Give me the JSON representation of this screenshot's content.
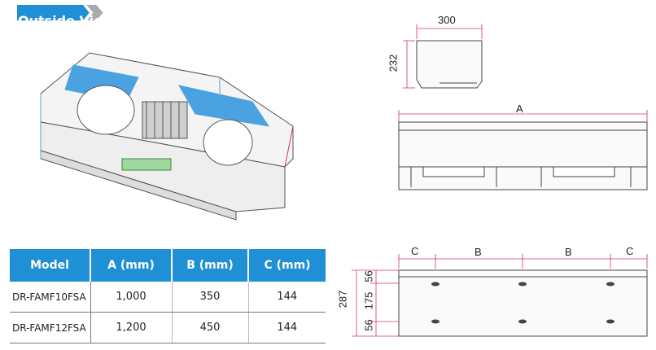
{
  "section_title": "Outside View",
  "table": {
    "headers": [
      "Model",
      "A (mm)",
      "B (mm)",
      "C (mm)"
    ],
    "rows": [
      [
        "DR-FAMF10FSA",
        "1,000",
        "350",
        "144"
      ],
      [
        "DR-FAMF12FSA",
        "1,200",
        "450",
        "144"
      ]
    ]
  },
  "side_view": {
    "width": "300",
    "height": "232"
  },
  "front_view": {
    "length": "A"
  },
  "bottom_view": {
    "top_labels": [
      "C",
      "B",
      "B",
      "C"
    ],
    "total_height": "287",
    "segments": [
      "56",
      "175",
      "56"
    ]
  },
  "colors": {
    "banner": "#1f8fd6",
    "arrow": "#aaaaaa",
    "dimension_line": "#d0307a",
    "highlight": "#4aa3e0"
  }
}
